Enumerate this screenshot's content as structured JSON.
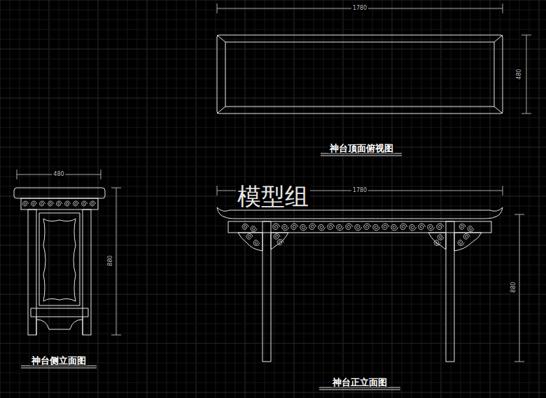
{
  "diagram": {
    "labels": [
      "1780",
      "480",
      "神台顶面俯视图",
      "480",
      "880",
      "神台侧立面图",
      "模型组",
      "1780",
      "880",
      "神台正立面图"
    ]
  }
}
